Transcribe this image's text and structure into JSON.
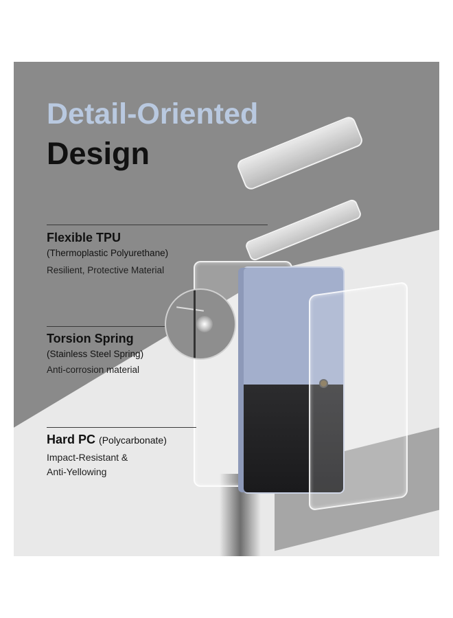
{
  "headline": {
    "line1": "Detail-Oriented",
    "line2": "Design",
    "line1_color": "#b9c9e0",
    "line2_color": "#111111"
  },
  "features": [
    {
      "title": "Flexible TPU",
      "subtitle": "(Thermoplastic Polyurethane)",
      "description": "Resilient, Protective Material"
    },
    {
      "title": "Torsion Spring",
      "subtitle": "(Stainless Steel Spring)",
      "description": "Anti-corrosion material"
    },
    {
      "title": "Hard PC",
      "subtitle": "(Polycarbonate)",
      "description_line1": "Impact-Resistant &",
      "description_line2": "Anti-Yellowing"
    }
  ],
  "colors": {
    "background_panel": "#8a8a8a",
    "light_floor": "#e9e9e9",
    "phone_body": "#a3afcc"
  }
}
